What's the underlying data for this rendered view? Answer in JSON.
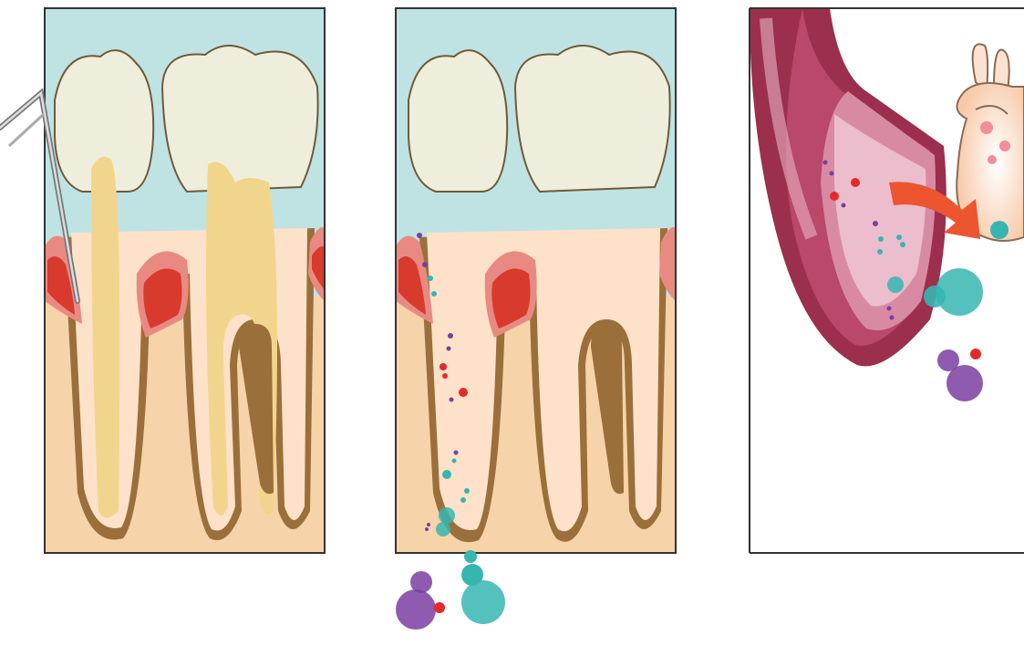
{
  "colors": {
    "gum": "#bfe3e3",
    "bone": "#f6d3a8",
    "enamel": "#efeedd",
    "dentin": "#fde1c9",
    "pulp": "#f2d58c",
    "root_outline": "#9a6f3a",
    "inflamed_gum": "#d83a2d",
    "gum_pink": "#e98a82",
    "vessel": "#9c2f4d",
    "vessel_light": "#e6b2c3",
    "bacteria_teal": "#36b6b0",
    "bacteria_purple": "#7a3ea2",
    "bacteria_red": "#e52a2a",
    "arrow": "#ec5530",
    "heart": "#fbe2d0"
  },
  "panels": [
    {
      "name": "probing-panel"
    },
    {
      "name": "bacteria-spread-panel"
    },
    {
      "name": "bloodstream-to-heart-panel"
    }
  ],
  "icons": [
    "periodontal-probe-icon",
    "molar-tooth-icon",
    "blood-vessel-icon",
    "heart-icon",
    "arrow-icon",
    "bacteria-cluster-icon"
  ]
}
